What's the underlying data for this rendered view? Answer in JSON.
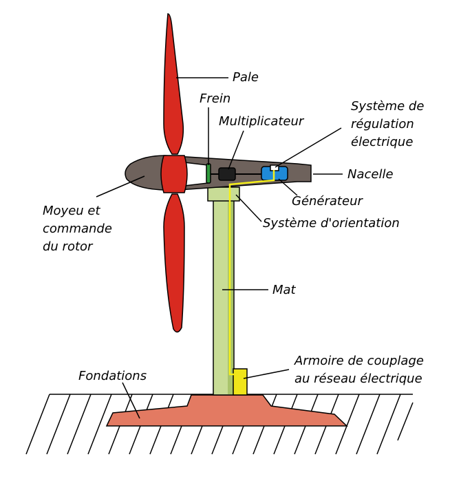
{
  "labels": {
    "pale": "Pale",
    "frein": "Frein",
    "multiplicateur": "Multiplicateur",
    "regulation_line1": "Système de",
    "regulation_line2": "régulation",
    "regulation_line3": "électrique",
    "nacelle": "Nacelle",
    "moyeu_line1": "Moyeu et",
    "moyeu_line2": "commande",
    "moyeu_line3": "du rotor",
    "generateur": "Générateur",
    "orientation": "Système d'orientation",
    "mat": "Mat",
    "armoire_line1": "Armoire de couplage",
    "armoire_line2": "au réseau électrique",
    "fondations": "Fondations"
  },
  "colors": {
    "blade": "#d82a20",
    "nacelle": "#6e625c",
    "mast": "#c8dc96",
    "mast_shade": "#a9c46c",
    "foundation": "#e37a62",
    "cable": "#f5ef1a",
    "generator": "#1f8ad8",
    "brake": "#2f9a3c",
    "gearbox": "#1e1e1e",
    "cabinet": "#f0e51a"
  }
}
